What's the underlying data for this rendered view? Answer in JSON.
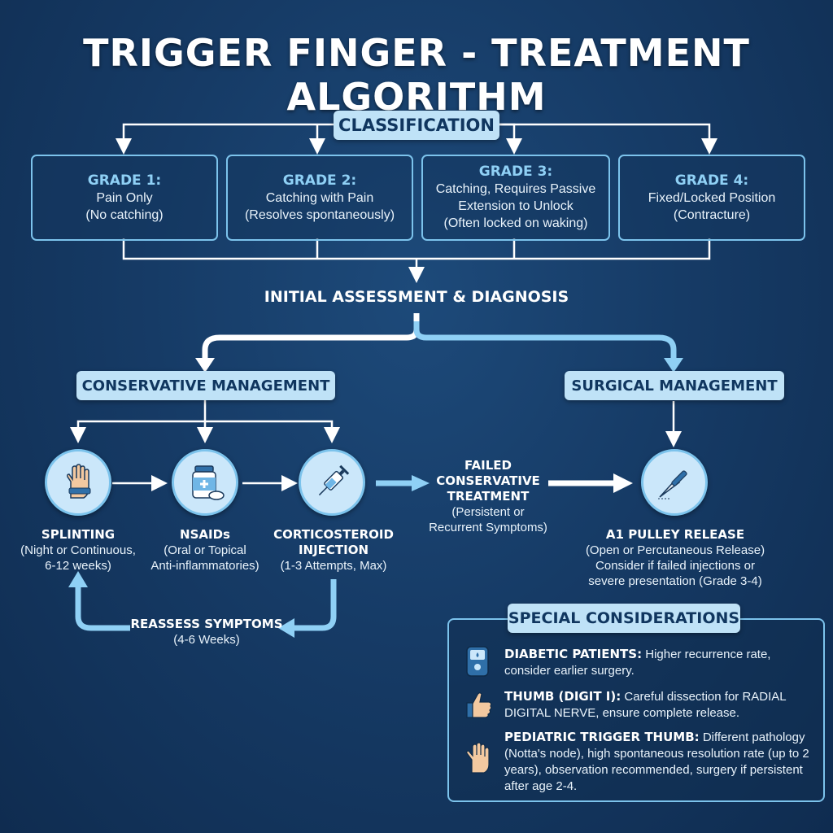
{
  "title": "TRIGGER FINGER - TREATMENT ALGORITHM",
  "classification": {
    "label": "CLASSIFICATION",
    "grades": [
      {
        "heading": "GRADE 1:",
        "line1": "Pain Only",
        "line2": "(No catching)",
        "line3": ""
      },
      {
        "heading": "GRADE 2:",
        "line1": "Catching with Pain",
        "line2": "(Resolves spontaneously)",
        "line3": ""
      },
      {
        "heading": "GRADE 3:",
        "line1": "Catching, Requires Passive",
        "line2": "Extension to Unlock",
        "line3": "(Often locked on waking)"
      },
      {
        "heading": "GRADE 4:",
        "line1": "Fixed/Locked Position",
        "line2": "(Contracture)",
        "line3": ""
      }
    ]
  },
  "initial_assessment": "INITIAL ASSESSMENT & DIAGNOSIS",
  "conservative": {
    "label": "CONSERVATIVE MANAGEMENT",
    "steps": [
      {
        "icon": "hand-splint-icon",
        "title": "SPLINTING",
        "line1": "(Night or Continuous,",
        "line2": "6-12 weeks)"
      },
      {
        "icon": "pill-bottle-icon",
        "title": "NSAIDs",
        "line1": "(Oral or Topical",
        "line2": "Anti-inflammatories)"
      },
      {
        "icon": "syringe-icon",
        "title": "CORTICOSTEROID",
        "title2": "INJECTION",
        "line1": "(1-3 Attempts, Max)"
      }
    ],
    "reassess_title": "REASSESS SYMPTOMS",
    "reassess_sub": "(4-6 Weeks)"
  },
  "failed": {
    "line1": "FAILED",
    "line2": "CONSERVATIVE",
    "line3": "TREATMENT",
    "sub1": "(Persistent or",
    "sub2": "Recurrent Symptoms)"
  },
  "surgical": {
    "label": "SURGICAL MANAGEMENT",
    "icon": "scalpel-icon",
    "title": "A1 PULLEY RELEASE",
    "line1": "(Open or Percutaneous Release)",
    "line2": "Consider if failed injections or",
    "line3": "severe presentation (Grade 3-4)"
  },
  "special": {
    "label": "SPECIAL CONSIDERATIONS",
    "items": [
      {
        "icon": "glucose-meter-icon",
        "bold": "DIABETIC PATIENTS:",
        "text": " Higher recurrence rate, consider earlier surgery."
      },
      {
        "icon": "thumb-icon",
        "bold": "THUMB (DIGIT I):",
        "text": " Careful dissection for RADIAL DIGITAL NERVE, ensure complete release."
      },
      {
        "icon": "child-hand-icon",
        "bold": "PEDIATRIC TRIGGER THUMB:",
        "text": " Different pathology (Notta's node), high spontaneous resolution rate (up to 2 years), observation recommended, surgery if persistent after age 2-4."
      }
    ]
  },
  "colors": {
    "accent": "#bfe2f7",
    "line": "#ffffff",
    "arrow_blue": "#8fd0f5",
    "background": "#163b66"
  }
}
